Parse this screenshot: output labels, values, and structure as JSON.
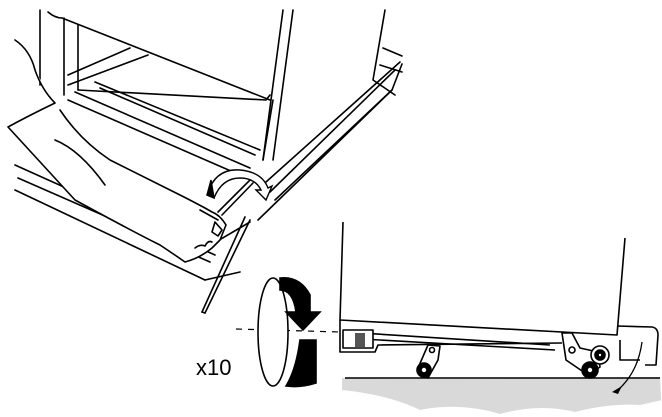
{
  "figure": {
    "description": "Appliance installation illustration: hand turning adjustment screw at base front; side view of appliance base with rollers being raised",
    "panels": [
      {
        "name": "front-view",
        "content": "hand using tool to turn front adjustment screw, curved rotation arrow"
      },
      {
        "name": "side-view",
        "content": "appliance base with front and rear rollers above floor, rotation indicator, curved arrow at rear foot"
      }
    ],
    "rotation_label": "x10",
    "colors": {
      "line": "#000000",
      "background": "#ffffff",
      "floor": "#d9d9d9"
    }
  }
}
